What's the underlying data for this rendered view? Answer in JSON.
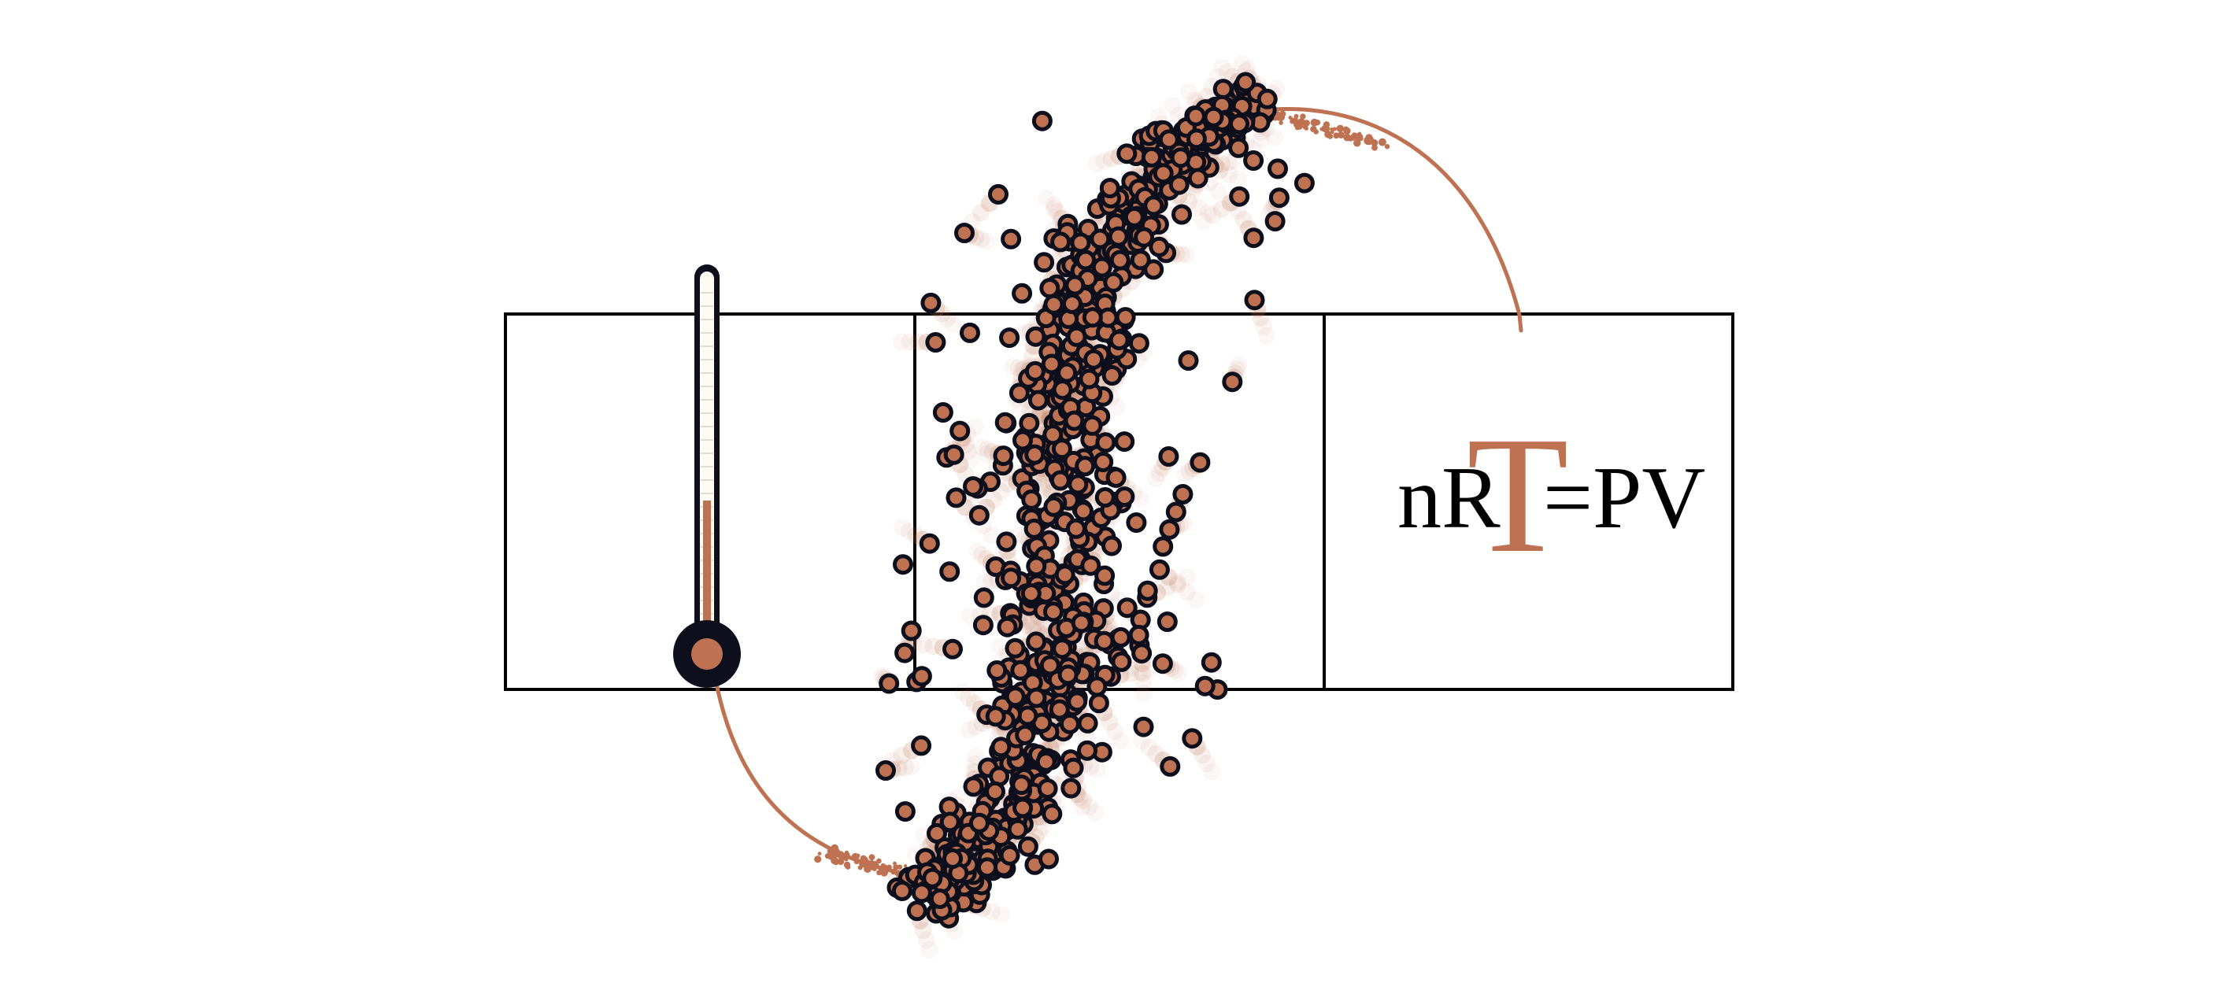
{
  "colors": {
    "accent": "#bf7252",
    "outline": "#0d0f1c",
    "panel_stroke": "#000000",
    "background": "#ffffff"
  },
  "equation": {
    "left": "nR",
    "highlight": "T",
    "right": "=PV"
  }
}
